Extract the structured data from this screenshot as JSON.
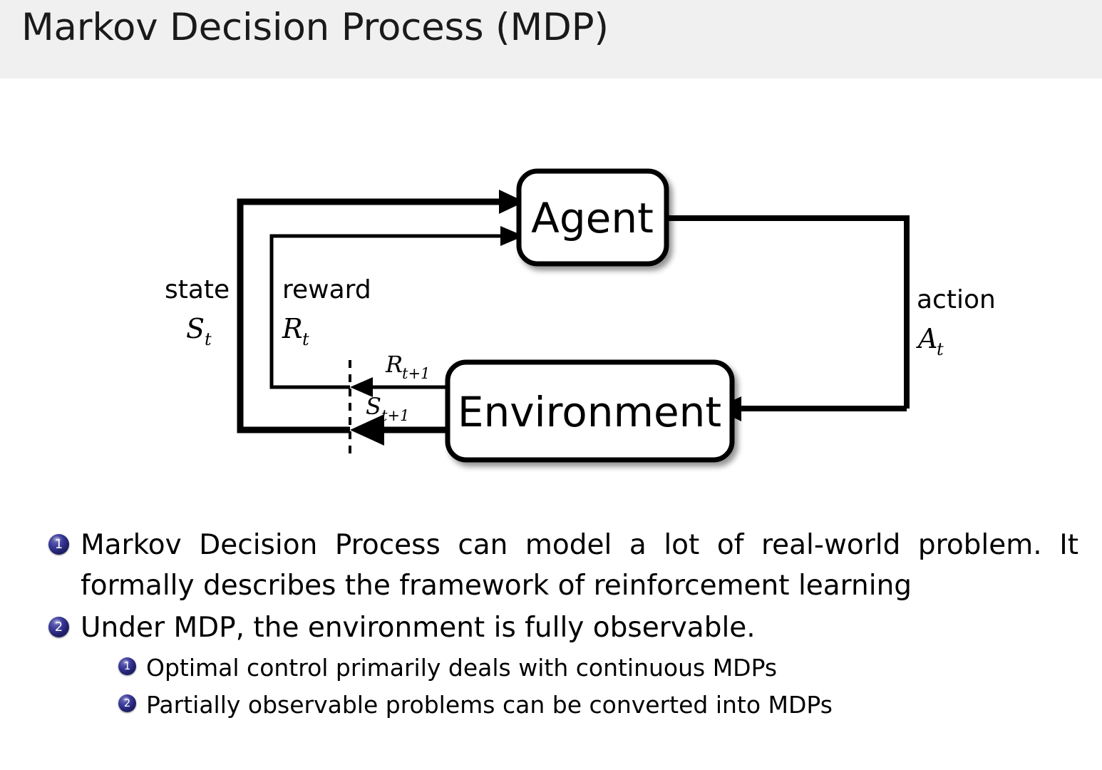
{
  "slide": {
    "title": "Markov Decision Process (MDP)",
    "header_bg": "#f0f0f0",
    "bullet_color": "#22226f"
  },
  "diagram": {
    "name": "agent-environment-interaction-loop",
    "nodes": {
      "agent": "Agent",
      "environment": "Environment"
    },
    "edge_labels": {
      "state_word": "state",
      "state_sym": "S",
      "state_sub": "t",
      "reward_word": "reward",
      "reward_sym": "R",
      "reward_sub": "t",
      "action_word": "action",
      "action_sym": "A",
      "action_sub": "t",
      "reward_next_sym": "R",
      "reward_next_sub": "t+1",
      "state_next_sym": "S",
      "state_next_sub": "t+1"
    }
  },
  "bullets": [
    {
      "num": "1",
      "text": "Markov Decision Process can model a lot of real-world problem. It formally describes the framework of reinforcement learning",
      "children": []
    },
    {
      "num": "2",
      "text": "Under MDP, the environment is fully observable.",
      "children": [
        {
          "num": "1",
          "text": "Optimal control primarily deals with continuous MDPs"
        },
        {
          "num": "2",
          "text": "Partially observable problems can be converted into MDPs"
        }
      ]
    }
  ]
}
